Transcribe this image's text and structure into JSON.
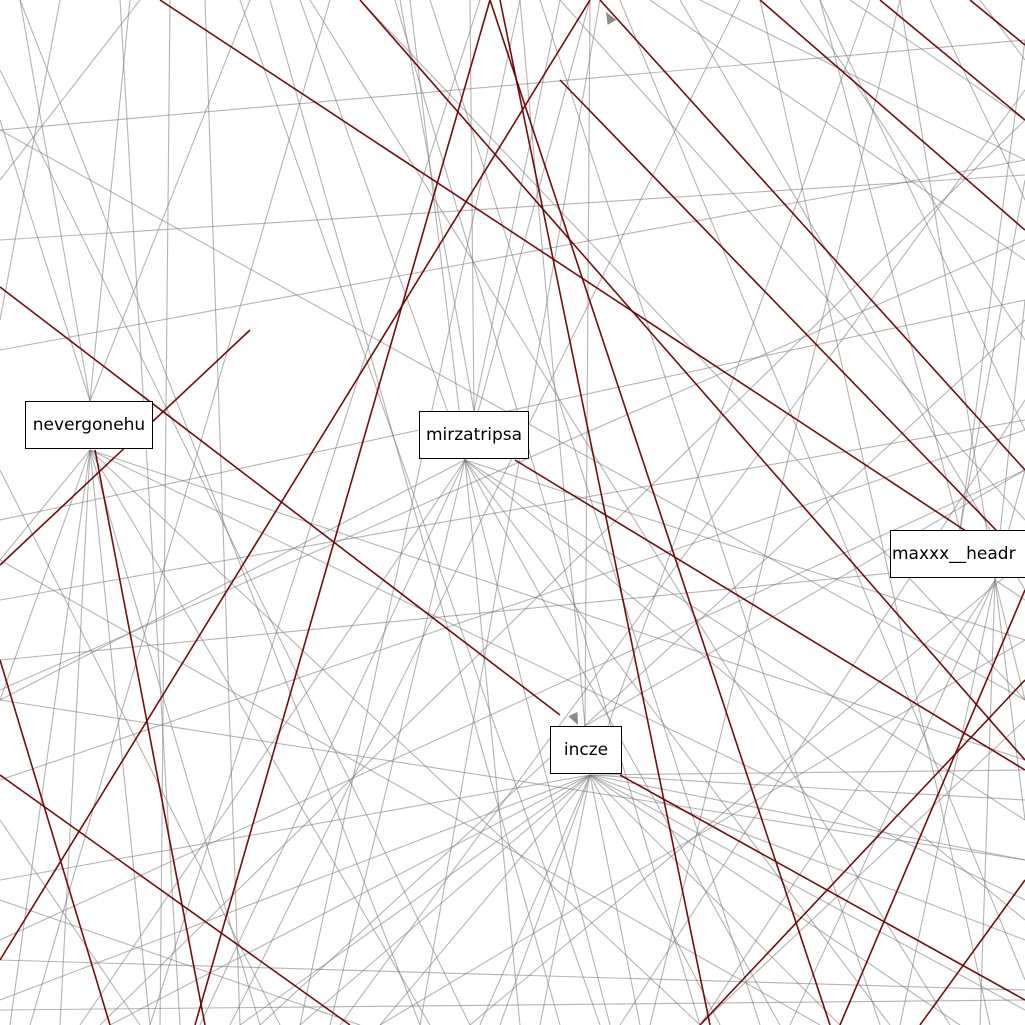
{
  "graph": {
    "colors": {
      "background": "#ffffff",
      "edge_default": "#777777",
      "edge_highlight": "#6b0000",
      "node_border": "#000000",
      "node_fill": "#ffffff"
    },
    "nodes": [
      {
        "id": "nevergonehu",
        "label": "nevergonehu"
      },
      {
        "id": "mirzatripsa",
        "label": "mirzatripsa"
      },
      {
        "id": "maxxx",
        "label": "maxxx__headr"
      },
      {
        "id": "incze",
        "label": "incze"
      }
    ],
    "arrowheads": [
      "mirzatripsa-to-incze",
      "offscreen-top-center"
    ]
  }
}
